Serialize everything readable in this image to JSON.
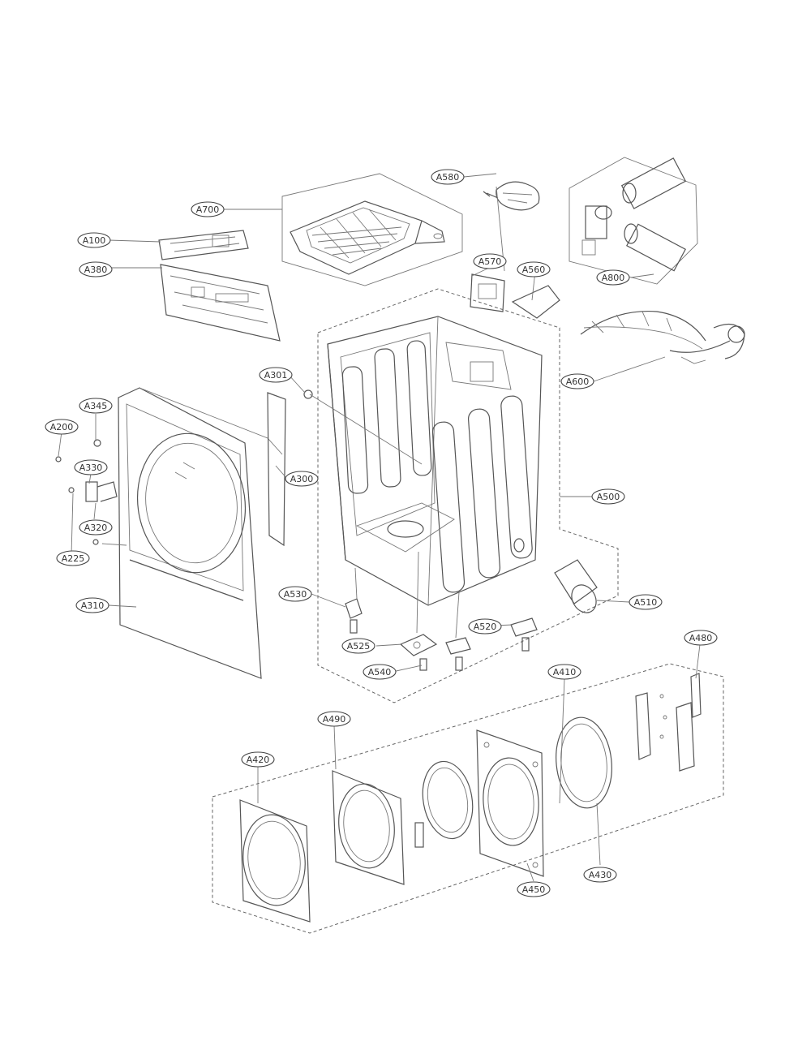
{
  "diagram": {
    "callouts": {
      "a100": "A100",
      "a200": "A200",
      "a225": "A225",
      "a300": "A300",
      "a301": "A301",
      "a310": "A310",
      "a320": "A320",
      "a330": "A330",
      "a345": "A345",
      "a380": "A380",
      "a410": "A410",
      "a420": "A420",
      "a430": "A430",
      "a450": "A450",
      "a480": "A480",
      "a490": "A490",
      "a500": "A500",
      "a510": "A510",
      "a520": "A520",
      "a525": "A525",
      "a530": "A530",
      "a540": "A540",
      "a560": "A560",
      "a570": "A570",
      "a580": "A580",
      "a600": "A600",
      "a700": "A700",
      "a800": "A800"
    }
  }
}
